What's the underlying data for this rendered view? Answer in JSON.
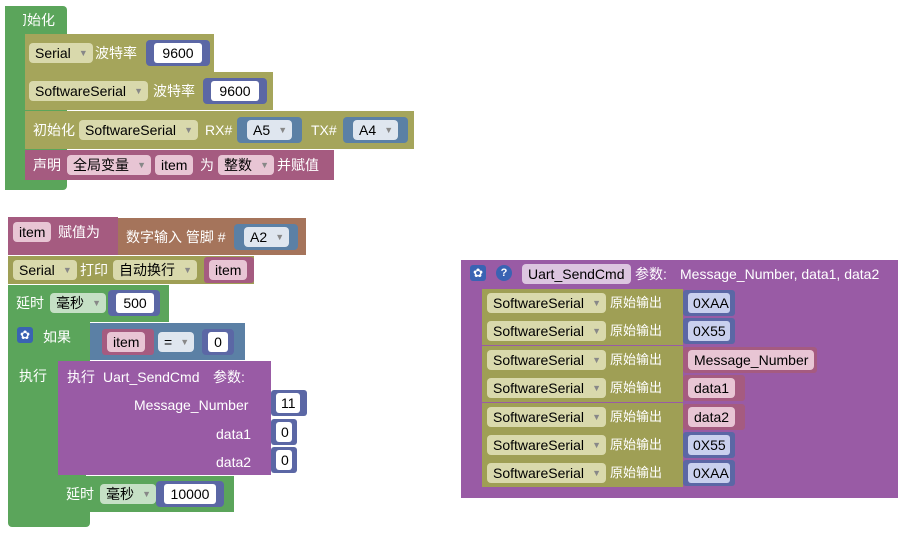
{
  "init_block": {
    "title": "初始化",
    "serial": {
      "port": "Serial",
      "label": "波特率",
      "baud": "9600"
    },
    "soft_serial": {
      "port": "SoftwareSerial",
      "label": "波特率",
      "baud": "9600"
    },
    "soft_init": {
      "label": "初始化",
      "port": "SoftwareSerial",
      "rx_label": "RX#",
      "rx": "A5",
      "tx_label": "TX#",
      "tx": "A4"
    },
    "declare": {
      "label": "声明",
      "scope": "全局变量",
      "var": "item",
      "as_label": "为",
      "type": "整数",
      "assign_label": "并赋值"
    }
  },
  "main_blocks": {
    "assign": {
      "var": "item",
      "label": "赋值为",
      "input_label": "数字输入 管脚 #",
      "pin": "A2"
    },
    "print": {
      "port": "Serial",
      "label": "打印",
      "mode": "自动换行",
      "var": "item"
    },
    "delay1": {
      "label": "延时",
      "unit": "毫秒",
      "value": "500"
    },
    "if_block": {
      "if_label": "如果",
      "then_label": "执行",
      "var": "item",
      "op": "=",
      "value": "0"
    },
    "call": {
      "label": "执行",
      "func": "Uart_SendCmd",
      "params_label": "参数:",
      "params": [
        {
          "name": "Message_Number",
          "value": "11"
        },
        {
          "name": "data1",
          "value": "0"
        },
        {
          "name": "data2",
          "value": "0"
        }
      ]
    },
    "delay2": {
      "label": "延时",
      "unit": "毫秒",
      "value": "10000"
    }
  },
  "function_def": {
    "name": "Uart_SendCmd",
    "params_label": "参数:",
    "params": "Message_Number, data1, data2",
    "rows": [
      {
        "port": "SoftwareSerial",
        "label": "原始输出",
        "value": "0XAA",
        "kind": "num"
      },
      {
        "port": "SoftwareSerial",
        "label": "原始输出",
        "value": "0X55",
        "kind": "num"
      },
      {
        "port": "SoftwareSerial",
        "label": "原始输出",
        "value": "Message_Number",
        "kind": "var"
      },
      {
        "port": "SoftwareSerial",
        "label": "原始输出",
        "value": "data1",
        "kind": "var"
      },
      {
        "port": "SoftwareSerial",
        "label": "原始输出",
        "value": "data2",
        "kind": "var"
      },
      {
        "port": "SoftwareSerial",
        "label": "原始输出",
        "value": "0X55",
        "kind": "num"
      },
      {
        "port": "SoftwareSerial",
        "label": "原始输出",
        "value": "0XAA",
        "kind": "num"
      }
    ]
  },
  "icons": {
    "gear": "gear-icon",
    "help": "help-icon",
    "dropdown": "dropdown-arrow-icon"
  },
  "colors": {
    "control": "#5ba55b",
    "serial": "#a5a55b",
    "procedure": "#995ba5",
    "variable": "#a55b80",
    "io": "#a5745b",
    "logic": "#5b80a5",
    "math": "#5b67a5"
  }
}
